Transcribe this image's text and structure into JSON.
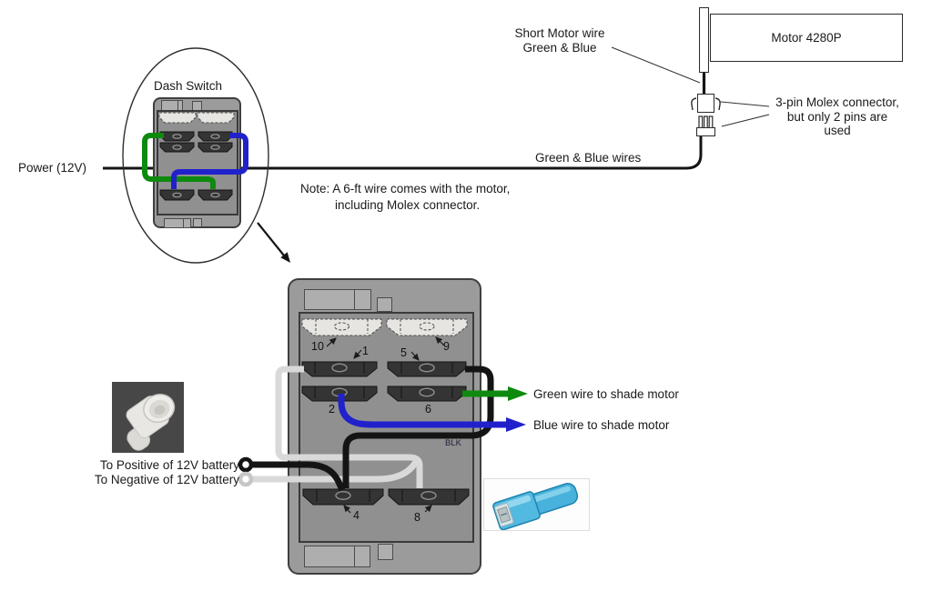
{
  "colors": {
    "green": "#0e8a0e",
    "blue": "#2121cc",
    "black": "#141414",
    "white_wire": "#d9d9d9",
    "ring_negative": "#c6c6c6"
  },
  "labels": {
    "power": "Power (12V)",
    "green_blue_wires": "Green & Blue wires",
    "note_line1": "Note: A 6-ft wire comes with the motor,",
    "note_line2": "including Molex connector.",
    "dash_switch": "Dash Switch",
    "motor": "Motor 4280P",
    "short_motor_wire_line1": "Short Motor wire",
    "short_motor_wire_line2": "Green & Blue",
    "molex_line1": "3-pin Molex connector,",
    "molex_line2": "but only 2 pins are",
    "molex_line3": "used",
    "green_wire": "Green wire to shade motor",
    "blue_wire": "Blue wire to shade motor",
    "blk": "BLK",
    "battery_positive": "To Positive of 12V battery",
    "battery_negative": "To Negative of 12V battery"
  },
  "pins": {
    "p10": "10",
    "p9": "9",
    "p1": "1",
    "p5": "5",
    "p2": "2",
    "p6": "6",
    "p4": "4",
    "p8": "8"
  }
}
